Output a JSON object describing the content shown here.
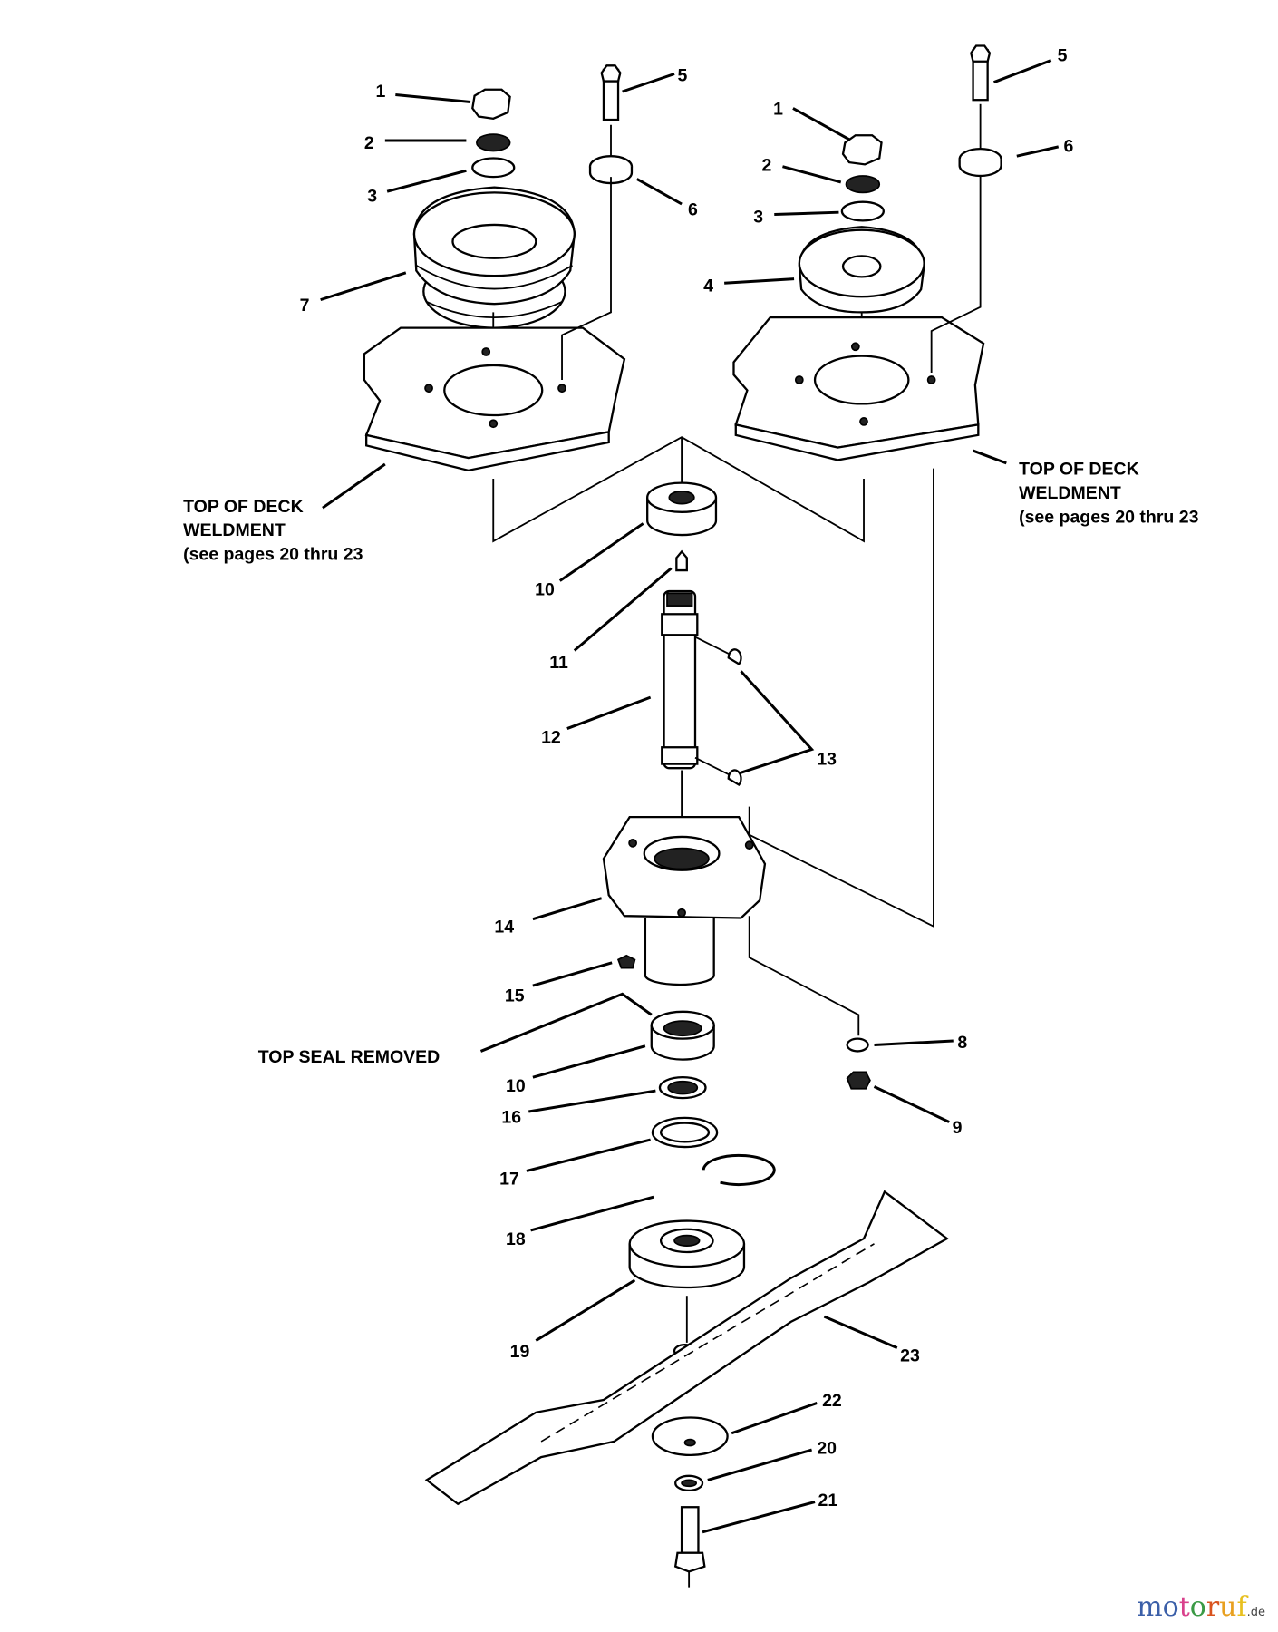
{
  "diagram": {
    "callouts_left_pulley": {
      "c1": "1",
      "c2": "2",
      "c3": "3",
      "c5": "5",
      "c6": "6",
      "c7": "7"
    },
    "callouts_right_pulley": {
      "c1": "1",
      "c2": "2",
      "c3": "3",
      "c4": "4",
      "c5": "5",
      "c6": "6"
    },
    "deck_note_left": [
      "TOP OF DECK",
      "WELDMENT",
      "(see pages 20 thru 23"
    ],
    "deck_note_right": [
      "TOP OF DECK",
      "WELDMENT",
      "(see pages 20 thru 23"
    ],
    "callouts_spindle": {
      "c10a": "10",
      "c11": "11",
      "c12": "12",
      "c13": "13",
      "c14": "14",
      "c15": "15",
      "c10b": "10",
      "c16": "16",
      "c17": "17",
      "c18": "18",
      "c19": "19",
      "c8": "8",
      "c9": "9"
    },
    "top_seal_note": "TOP SEAL REMOVED",
    "callouts_blade": {
      "c23": "23",
      "c22": "22",
      "c20": "20",
      "c21": "21"
    }
  },
  "watermark": {
    "text": "motoruf",
    "suffix": ".de",
    "letter_colors": [
      "#3b5fa8",
      "#3b5fa8",
      "#d9418c",
      "#3a9a45",
      "#d9531e",
      "#e8a020",
      "#e8c020"
    ]
  }
}
